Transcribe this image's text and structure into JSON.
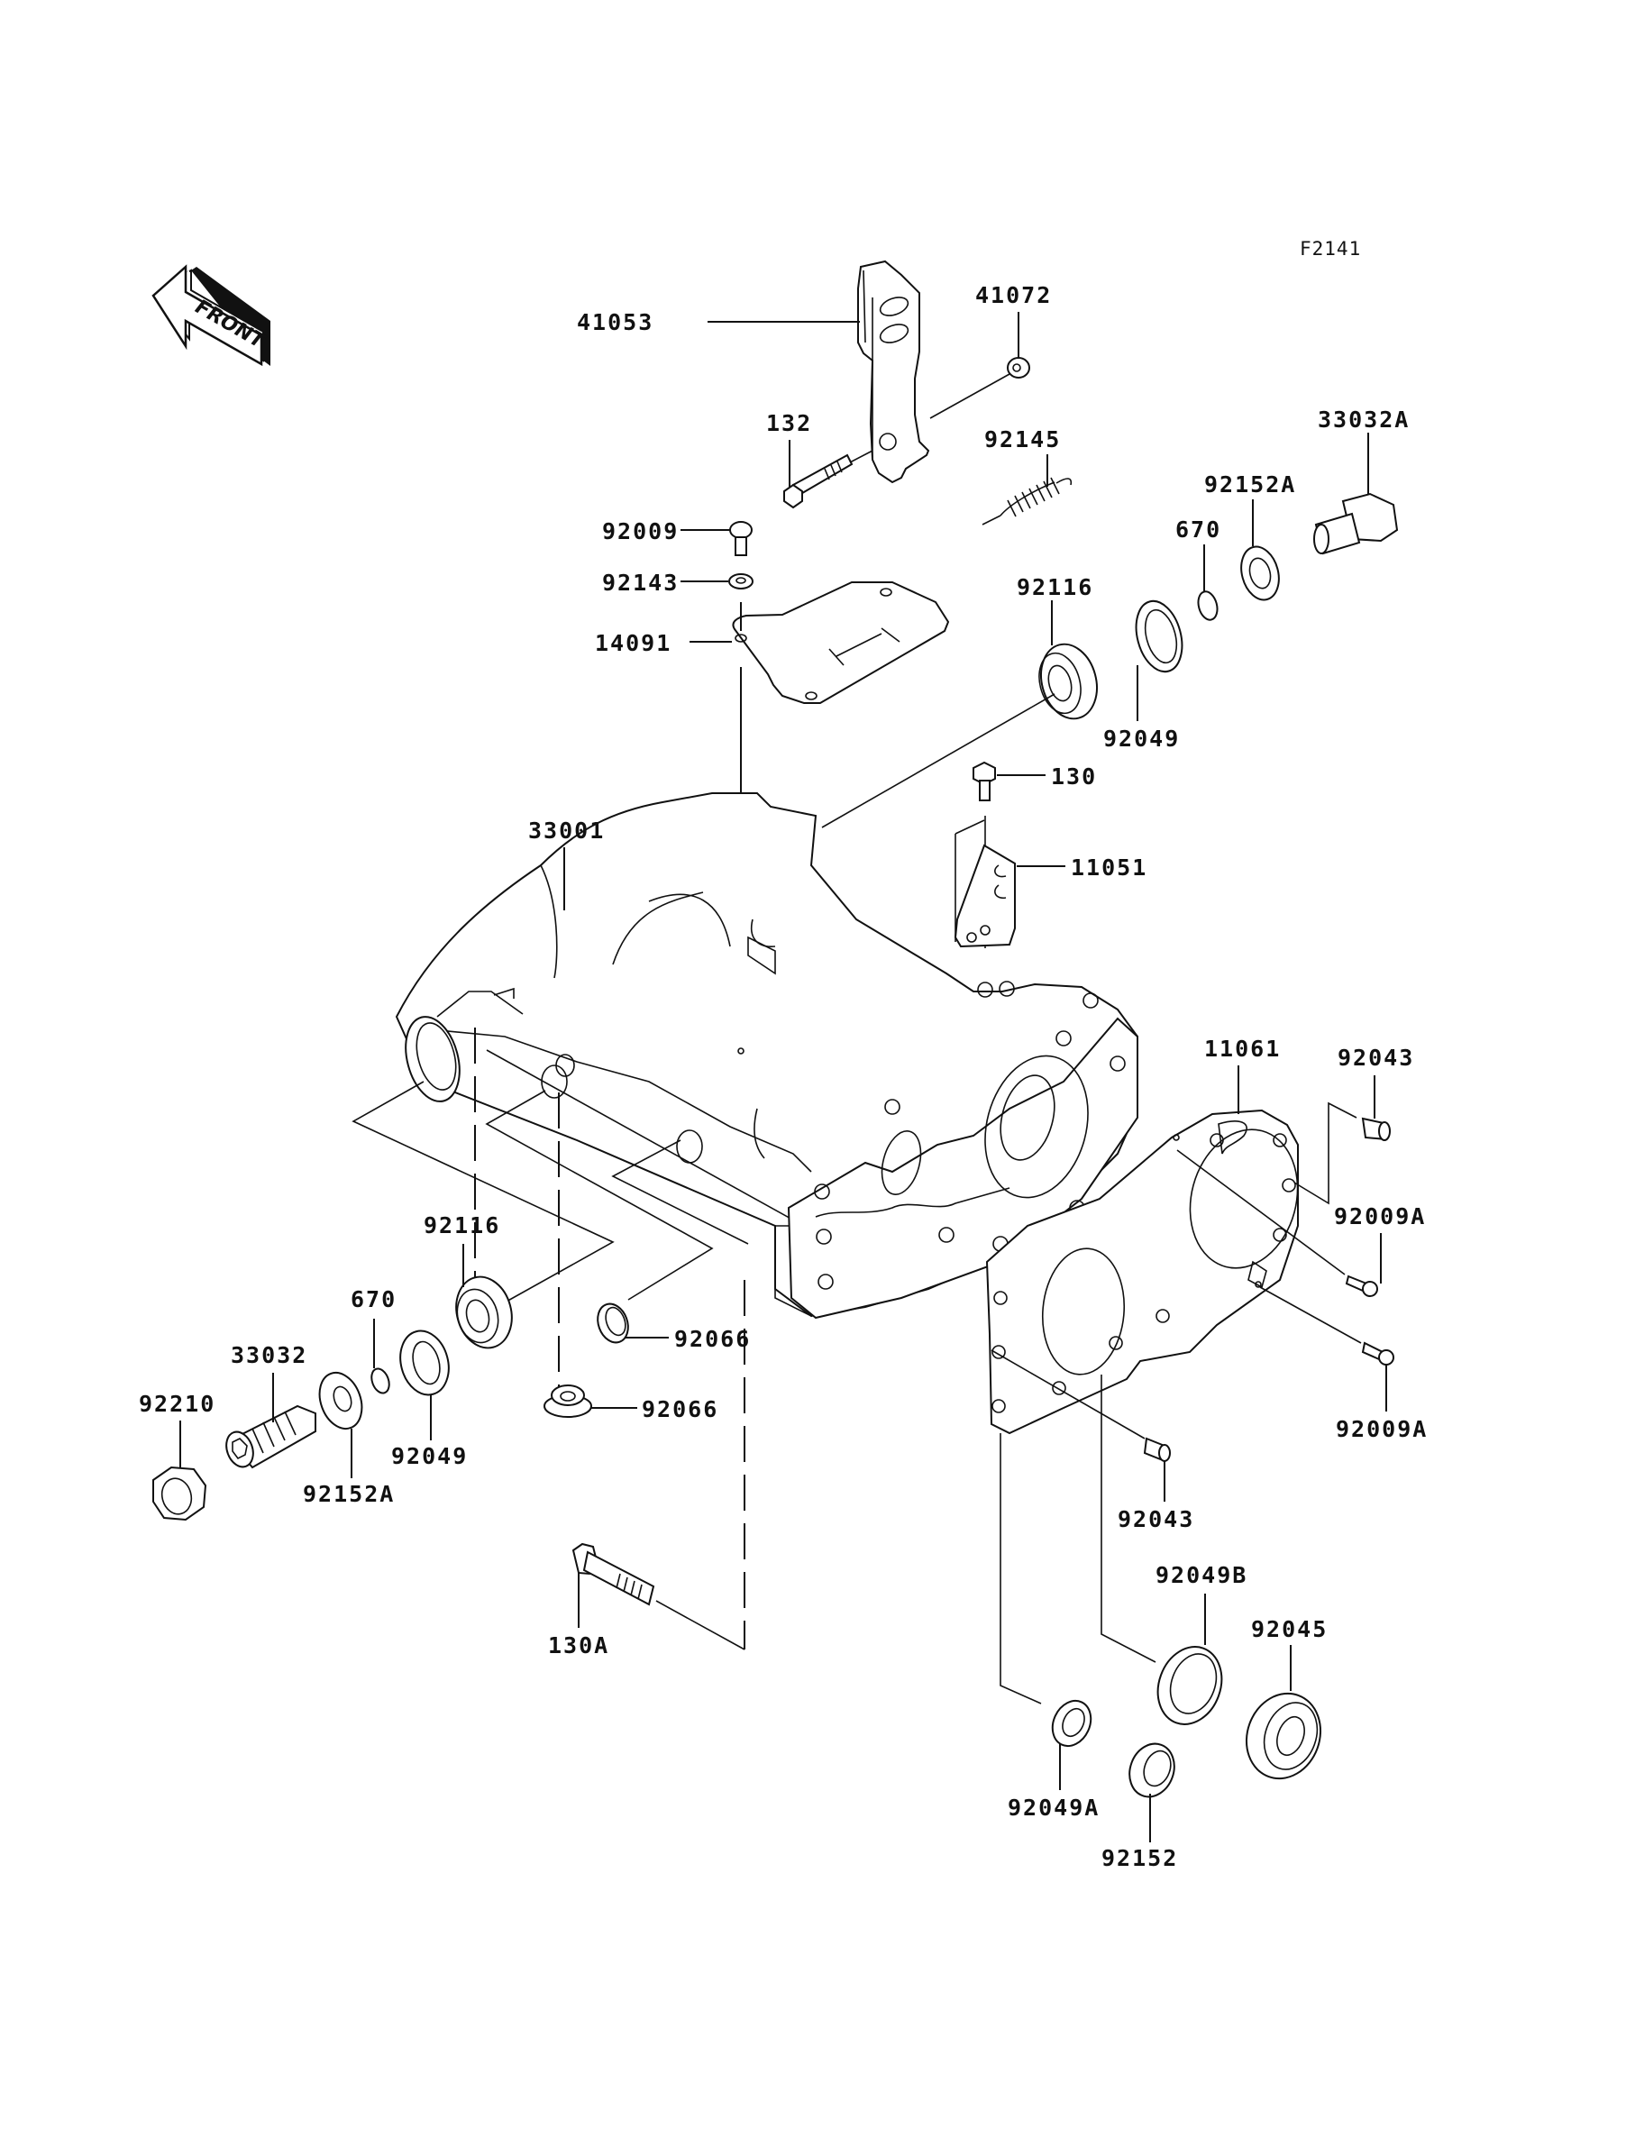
{
  "diagram": {
    "figure_code": "F2141",
    "front_arrow_text": "FRONT",
    "part_labels": {
      "p41053": "41053",
      "p41072": "41072",
      "p132": "132",
      "p92145": "92145",
      "p33032A": "33032A",
      "p92152A_top": "92152A",
      "p670_top": "670",
      "p92009": "92009",
      "p92143": "92143",
      "p14091": "14091",
      "p92116_top": "92116",
      "p92049_top": "92049",
      "p130": "130",
      "p11051": "11051",
      "p33001": "33001",
      "p11061": "11061",
      "p92043_top": "92043",
      "p92009A_top": "92009A",
      "p92009A_bottom": "92009A",
      "p92043_bottom": "92043",
      "p92116_bottom": "92116",
      "p670_bottom": "670",
      "p33032": "33032",
      "p92210": "92210",
      "p92152A_bottom": "92152A",
      "p92049_bottom": "92049",
      "p92066_upper": "92066",
      "p92066_lower": "92066",
      "p130A": "130A",
      "p92049B": "92049B",
      "p92045": "92045",
      "p92049A": "92049A",
      "p92152": "92152"
    }
  }
}
